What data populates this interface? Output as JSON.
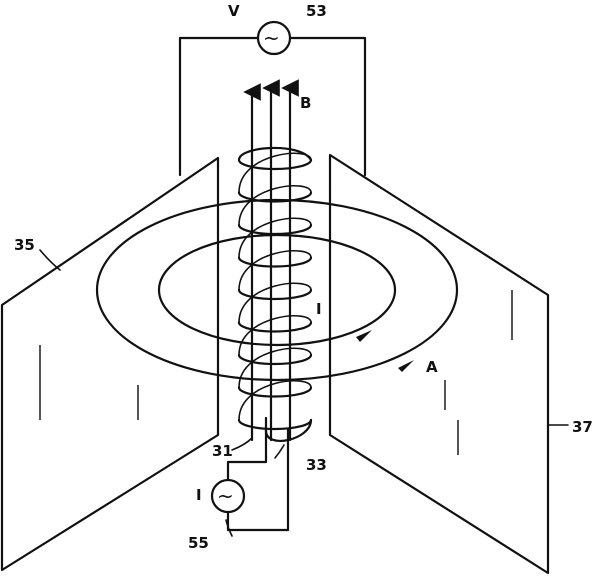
{
  "diagram": {
    "labels": {
      "voltage_source_symbol": "V",
      "voltage_source_ref": "53",
      "field_b": "B",
      "plate_left_ref": "35",
      "plate_right_ref": "37",
      "current_i": "I",
      "field_a": "A",
      "coil_ref": "31",
      "lead_ref": "33",
      "current_source_symbol": "I",
      "current_source_ref": "55"
    },
    "ac_glyph": "~",
    "colors": {
      "ink": "#111111",
      "background": "#ffffff"
    }
  }
}
